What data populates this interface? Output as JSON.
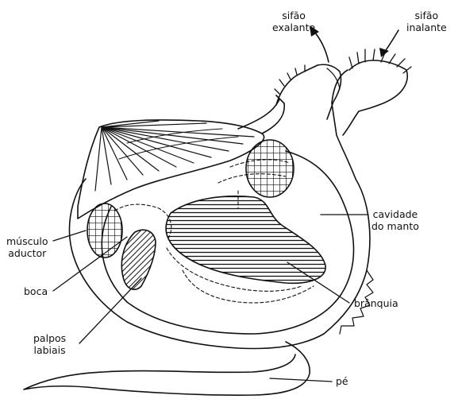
{
  "labels": {
    "siphon_exhalant": [
      "sifão",
      "exalante"
    ],
    "siphon_inhalant": [
      "sifão",
      "inalante"
    ],
    "mantle_cavity": [
      "cavidade",
      "do manto"
    ],
    "adductor_muscle": [
      "músculo",
      "aductor"
    ],
    "mouth": "boca",
    "gill": "brânquia",
    "labial_palps": [
      "palpos",
      "labiais"
    ],
    "foot": "pé"
  },
  "colors": {
    "ink": "#111111",
    "background": "#ffffff"
  }
}
